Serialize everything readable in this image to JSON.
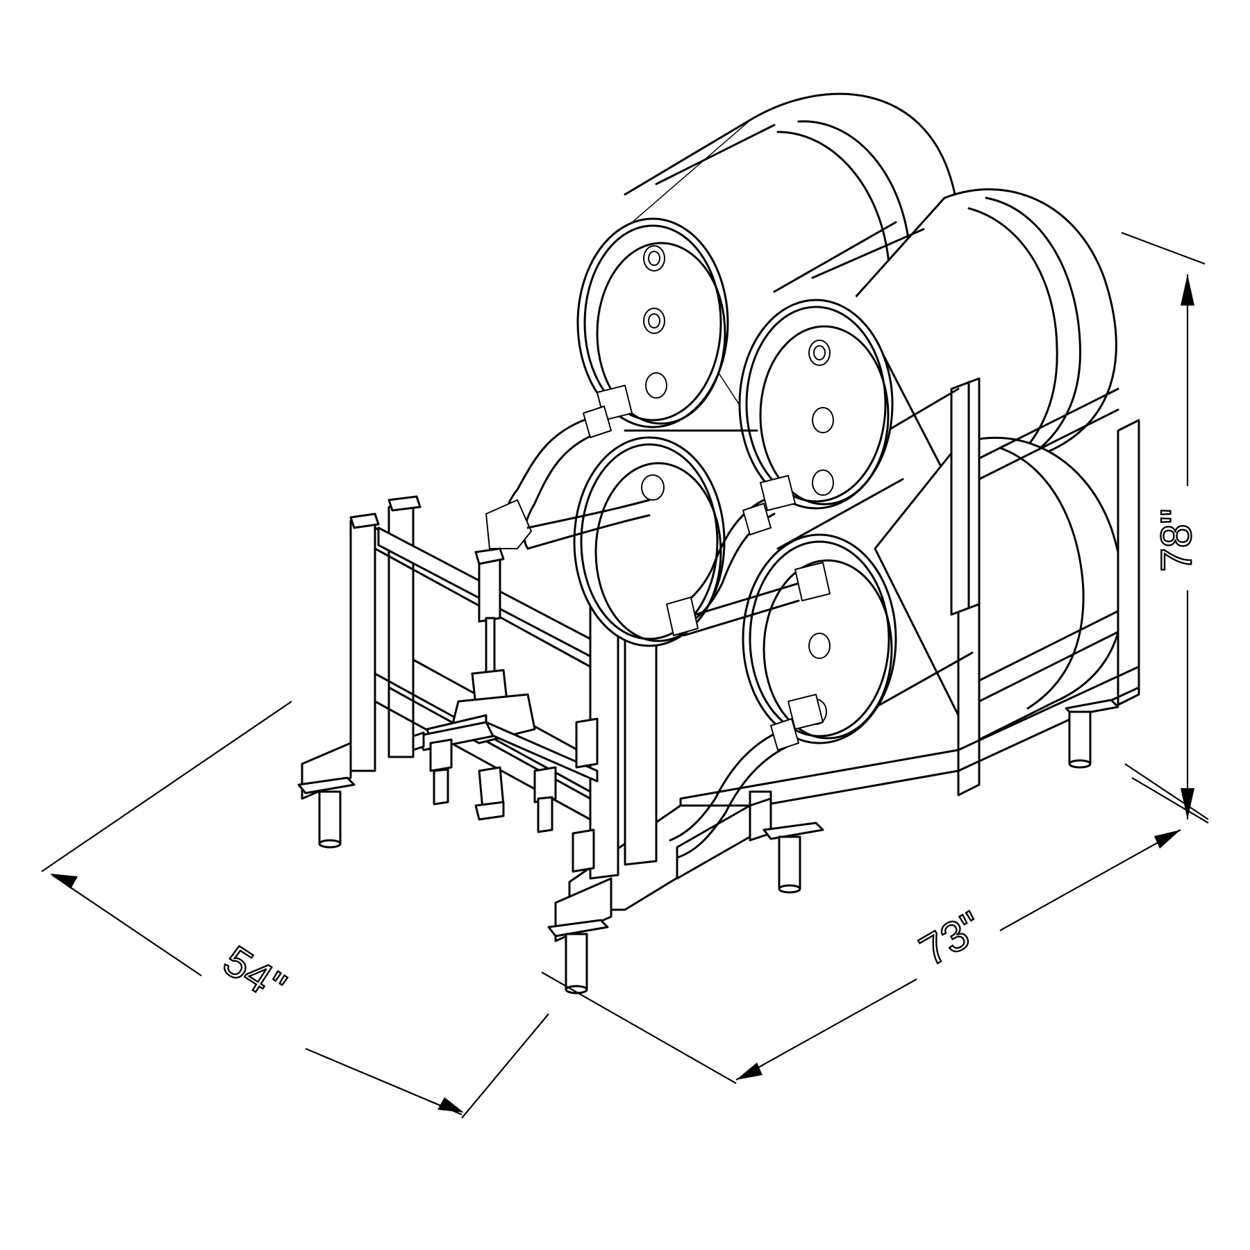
{
  "dimensions": {
    "depth": "54\"",
    "width": "73\"",
    "height": "78\""
  }
}
